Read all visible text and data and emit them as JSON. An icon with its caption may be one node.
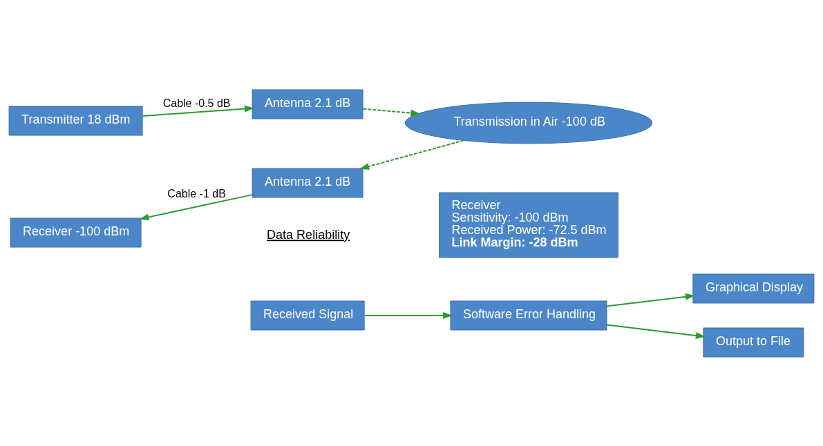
{
  "diagram": {
    "nodes": [
      {
        "text": [
          "Transmitter 18 dBm"
        ]
      },
      {
        "text": [
          "Antenna 2.1 dB"
        ]
      },
      {
        "text": [
          "Transmission in Air -100 dB"
        ]
      },
      {
        "text": [
          "Receiver -100 dBm"
        ]
      },
      {
        "text": [
          "Antenna 2.1 dB"
        ]
      },
      {
        "text": [
          "Receiver",
          "Sensitivity: -100 dBm",
          "Received Power: -72.5 dBm",
          "Link Margin: -28 dBm"
        ]
      },
      {
        "text": [
          "Received Signal"
        ]
      },
      {
        "text": [
          "Software Error Handling"
        ]
      },
      {
        "text": [
          "Graphical Display"
        ]
      },
      {
        "text": [
          "Output to File"
        ]
      }
    ],
    "edges": [
      {
        "from": 0,
        "to": 1,
        "arrow": "to",
        "label": "Cable -0.5 dB"
      },
      {
        "from": 1,
        "to": 2,
        "arrow": "to",
        "style": "dashed"
      },
      {
        "from": 2,
        "to": 4,
        "arrow": "to",
        "style": "dashed"
      },
      {
        "from": 4,
        "to": 3,
        "arrow": "to",
        "label": "Cable -1 dB"
      },
      {
        "from": 6,
        "to": 7,
        "arrow": "to"
      },
      {
        "from": 7,
        "to": 8,
        "arrow": "to"
      },
      {
        "from": 7,
        "to": 9,
        "arrow": "to"
      }
    ],
    "labels": [
      "Data Reliability"
    ]
  }
}
